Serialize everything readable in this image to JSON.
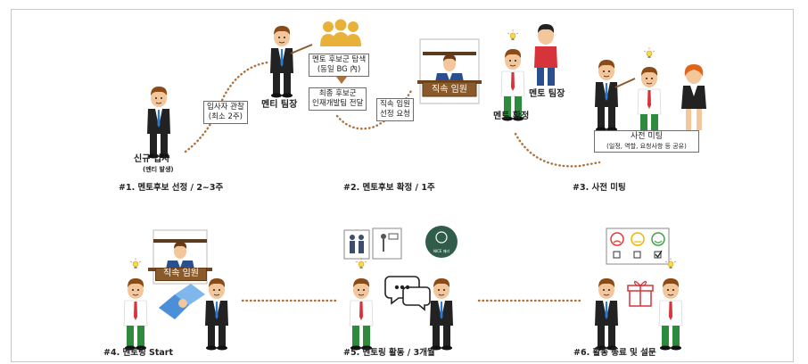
{
  "labels": {
    "new_hire": "신규 입사",
    "new_hire_sub": "(멘티 발생)",
    "observe": "입사자 관찰",
    "observe_sub": "(최소 2주)",
    "mentee_lead": "멘티 팀장",
    "candidate_search": "멘토 후보군 탐색",
    "candidate_search_sub": "(동일 BG 內)",
    "final_candidate": "최종 후보군",
    "final_candidate_sub": "인재개발팀 전달",
    "exec_request": "직속 임원",
    "exec_request_sub": "선정 요청",
    "exec": "직속 임원",
    "mentor_lead": "멘토 팀장",
    "mentor_confirm": "멘토 확정",
    "pre_meeting": "사전 미팅",
    "pre_meeting_sub": "(일정, 역할, 요청사항 등 공유)",
    "exec2": "직속 임원",
    "avatar_text": "NICE 메리"
  },
  "steps": {
    "s1": "#1. 멘토후보 선정 / 2~3주",
    "s2": "#2. 멘토후보 확정 / 1주",
    "s3": "#3. 사전 미팅",
    "s4": "#4. 멘토링 Start",
    "s5": "#5. 멘토링 활동 / 3개월",
    "s6": "#6. 활동 종료 및 설문"
  },
  "colors": {
    "dots": "#b0703a",
    "gold": "#e8b23a",
    "brown": "#8b5a2b",
    "red": "#d6333a",
    "green": "#2e8b3e",
    "suit": "#222222",
    "skin": "#f3c69b",
    "hair": "#8a4b16",
    "circle": "#2f5d4a",
    "survey_sad": "#e53935",
    "survey_neutral": "#f4b400",
    "survey_happy": "#43a047"
  },
  "icons": [
    "people-group-icon",
    "handshake-icon",
    "chat-bubbles-icon",
    "gift-icon",
    "lightbulb-icon",
    "survey-faces-icon",
    "checkbox-icon",
    "idea-circle-icon",
    "pointer-stick-icon"
  ]
}
